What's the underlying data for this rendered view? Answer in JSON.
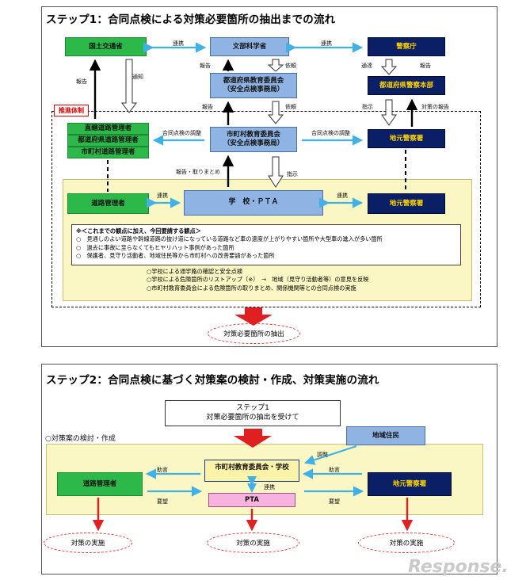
{
  "step1": {
    "title": "ステップ1：合同点検による対策必要箇所の抽出までの流れ",
    "mlit": "国土交通省",
    "mext": "文部科学省",
    "npa": "警察庁",
    "pref_board": "都道府県教育委員会\n（安全点検事務局）",
    "pref_police": "都道府県警察本部",
    "muni_board": "市町村教育委員会\n（安全点検事務局）",
    "local_police_top": "地元警察署",
    "road_mgr1": "直轄道路管理者",
    "road_mgr2": "都道府県道路管理者",
    "road_mgr3": "市町村道路管理者",
    "road_mgr_bottom": "道路管理者",
    "school_pta": "学　校・ＰＴＡ",
    "local_police_bottom": "地元警察署",
    "promo_system": "推進体制",
    "labels": {
      "renkei1": "連携",
      "renkei2": "連携",
      "renkei3": "連携",
      "renkei4": "連携",
      "houkoku_left": "報告",
      "tsuchi": "通知",
      "houkoku_mid1": "報告",
      "irai": "依頼",
      "houkoku_mid2": "報告",
      "irai2": "依頼",
      "tsutatsu": "通達",
      "houkoku_right": "報告",
      "shiji_right": "指示",
      "taisaku_houkoku": "対策の報告",
      "godo_chosei1": "合同点検の調整",
      "godo_chosei2": "合同点検の調整",
      "houkoku_torimatome": "報告・取りまとめ",
      "shiji_mid": "指示"
    },
    "note_title": "※＜これまでの観点に加え、今回要請する観点＞",
    "note_items": [
      "○　見通しのよい道路や幹線道路の抜け道になっている道路など車の速度が上がりやすい箇所や大型車の進入が多い箇所",
      "○　過去に事故に至らなくてもヒヤリハット事例があった箇所",
      "○　保護者、見守り活動者、地域住民等から市町村への改善要請があった箇所"
    ],
    "activities": [
      "○学校による通学路の確認と安全点検",
      "○学校による危険箇所のリストアップ（※）　→　地域（見守り活動者等）の意見を反映",
      "○市町村教育委員会による危険箇所の取りまとめ、関係機関等との合同点検の実施"
    ],
    "result": "対策必要箇所の抽出"
  },
  "step2": {
    "title": "ステップ2：合同点検に基づく対策案の検討・作成、対策実施の流れ",
    "input_box": "ステップ1\n対策必要箇所の抽出を受けて",
    "section_label": "○対策案の検討・作成",
    "residents": "地域住民",
    "muni_school": "市町村教育委員会・学校",
    "pta": "PTA",
    "road_mgr": "道路管理者",
    "local_police": "地元警察署",
    "labels": {
      "jogen_left": "助言",
      "yobo_left": "要望",
      "jogen_right": "助言",
      "yobo_right": "要望",
      "chosei": "調整",
      "renkei": "連携"
    },
    "impl_left": "対策の実施",
    "impl_center": "対策の実施",
    "impl_right": "対策の実施"
  },
  "watermark": "Response.",
  "colors": {
    "green": "#2db84a",
    "light_blue": "#8fb4e3",
    "navy": "#0a1f66",
    "yellow_text": "#ffd400",
    "cream": "#fbf7c4",
    "red": "#e02020",
    "cyan_arrow": "#3fb1e6",
    "pink": "#f6b3e0"
  }
}
